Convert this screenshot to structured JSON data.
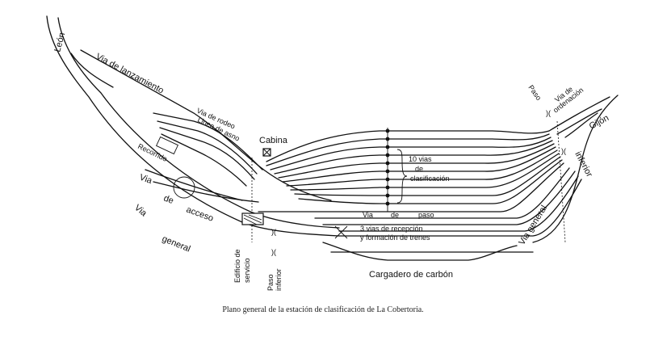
{
  "labels": {
    "leon": "León",
    "via_lanzamiento": "Via de lanzamiento",
    "via_rodeo": "Via de rodeo",
    "linea_asno": "Linea de asno",
    "recorrido": "Recorrido",
    "cabina": "Cabina",
    "via_acceso_1": "Via",
    "via_acceso_2": "de",
    "via_acceso_3": "acceso",
    "via_general_left_1": "Via",
    "via_general_left_2": "general",
    "clasif_1": "10 vias",
    "clasif_2": "de",
    "clasif_3": "clasificación",
    "via_paso_1": "Via",
    "via_paso_2": "de",
    "via_paso_3": "paso",
    "recepcion_1": "3 vias de recepción",
    "recepcion_2": "y formación de trenes",
    "cargadero": "Cargadero de carbón",
    "edificio_1": "Edificio de",
    "edificio_2": "servicio",
    "paso_inferior_left_1": "Paso",
    "paso_inferior_left_2": "inferior",
    "paso_top": "Paso",
    "via_ordenacion_1": "Via de",
    "via_ordenacion_2": "ordenación",
    "gijon": "Gijón",
    "inferior_right": "inferior",
    "via_general_right": "Via general"
  },
  "caption": "Plano general de la estación de clasificación de La Cobertoria."
}
